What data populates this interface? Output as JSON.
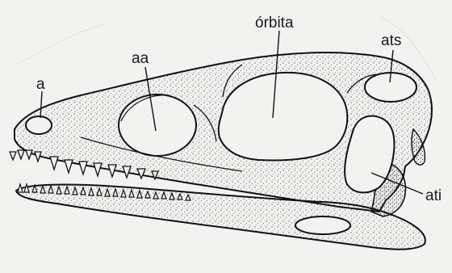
{
  "labels": {
    "a": "a",
    "aa": "aa",
    "orbita": "órbita",
    "ats": "ats",
    "ati": "ati"
  }
}
